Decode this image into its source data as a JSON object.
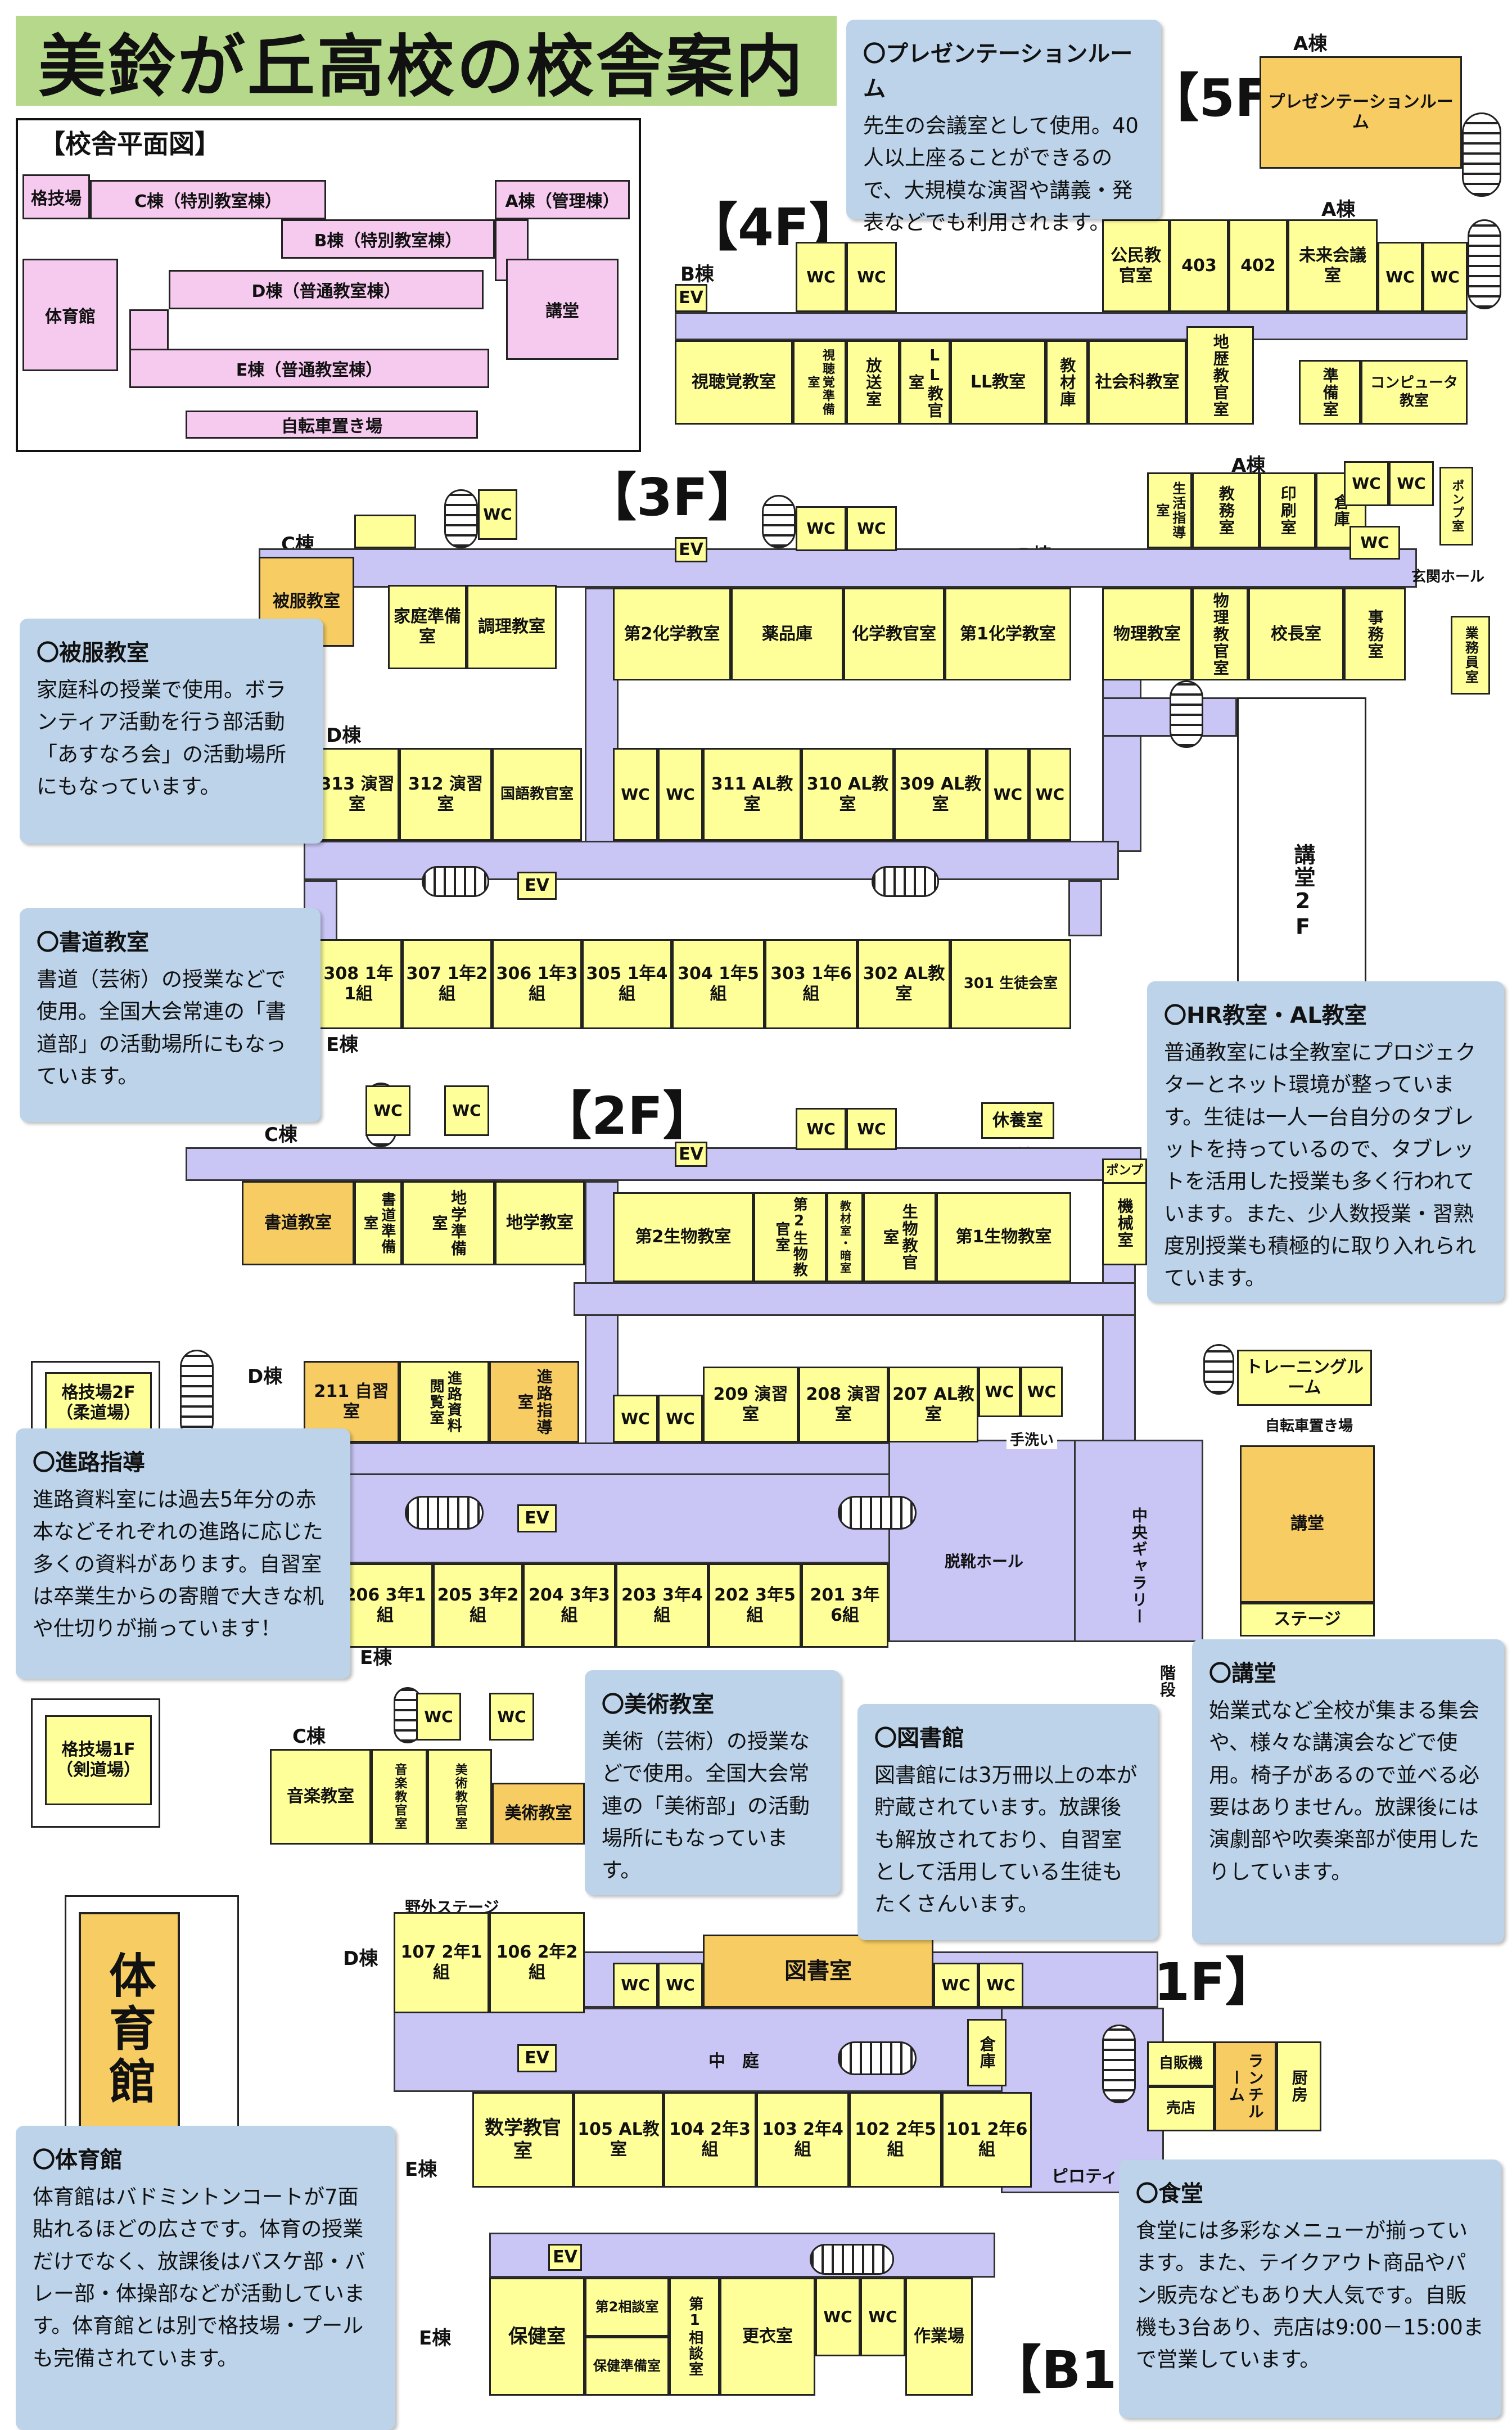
{
  "title": "美鈴が丘高校の校舎案内",
  "plan": {
    "heading": "【校舎平面図】",
    "kaku": "格技場",
    "c": "C棟（特別教室棟）",
    "b": "B棟（特別教室棟）",
    "a": "A棟（管理棟）",
    "gym": "体育館",
    "d": "D棟（普通教室棟）",
    "koudou": "講堂",
    "e": "E棟（普通教室棟）",
    "bike": "自転車置き場"
  },
  "floors": {
    "f5": "【5F】",
    "f4": "【4F】",
    "f3": "【3F】",
    "f2": "【2F】",
    "f1": "【1F】",
    "b1": "【B1F】"
  },
  "wings": {
    "a": "A棟",
    "b": "B棟",
    "c": "C棟",
    "d": "D棟",
    "e": "E棟"
  },
  "common": {
    "wc": "WC",
    "ev": "EV"
  },
  "f5": {
    "room": "プレゼンテーションルーム"
  },
  "f4": {
    "row1": [
      "公民教官室",
      "403",
      "402",
      "未来会議室"
    ],
    "row2": [
      "視聴覚教室",
      "視聴覚準備室",
      "放送室",
      "LL教官室",
      "LL教室",
      "教材庫",
      "社会科教室",
      "地歴教官室",
      "準備室",
      "コンピュータ教室"
    ]
  },
  "f3": {
    "c": [
      "被服教室",
      "家庭準備室",
      "調理教室"
    ],
    "b": [
      "第2化学教室",
      "薬品庫",
      "化学教官室",
      "第1化学教室",
      "物理教室",
      "物理教官室",
      "校長室",
      "事務室"
    ],
    "a": [
      "生活指導室",
      "教務室",
      "印刷室",
      "倉庫",
      "ポンプ室",
      "玄関ホール",
      "業務員室"
    ],
    "d": [
      "313 演習室",
      "312 演習室",
      "国語教官室",
      "311 AL教室",
      "310 AL教室",
      "309 AL教室"
    ],
    "e": [
      "308 1年1組",
      "307 1年2組",
      "306 1年3組",
      "305 1年4組",
      "304 1年5組",
      "303 1年6組",
      "302 AL教室",
      "301 生徒会室"
    ],
    "koudou2f": "講堂2F"
  },
  "f2": {
    "c": [
      "書道教室",
      "書道準備室",
      "地学準備室",
      "地学教室"
    ],
    "b": [
      "第2生物教室",
      "第2生物教官室",
      "教材室・暗室",
      "生物教官室",
      "第1生物教室",
      "機械室",
      "ポンプ",
      "休養室"
    ],
    "d": [
      "211 自習室",
      "進路資料閲覧室",
      "進路指導室",
      "209 演習室",
      "208 演習室",
      "207 AL教室"
    ],
    "e": [
      "206 3年1組",
      "205 3年2組",
      "204 3年3組",
      "203 3年4組",
      "202 3年5組",
      "201 3年6組"
    ],
    "kaku2": "格技場2F（柔道場）",
    "tearai": "手洗い",
    "datsukutsu": "脱靴ホール",
    "gallery": "中央ギャラリー",
    "training": "トレーニングルーム",
    "bike": "自転車置き場",
    "koudou": "講堂",
    "stage": "ステージ"
  },
  "f1": {
    "c": [
      "音楽教室",
      "音楽教官室",
      "美術教官室",
      "美術教室"
    ],
    "d": [
      "107 2年1組",
      "106 2年2組"
    ],
    "outdoor_stage": "野外ステージ",
    "library": "図書室",
    "nakaniwa": "中　庭",
    "souko": "倉庫",
    "e": [
      "数学教官室",
      "105 AL教室",
      "104 2年3組",
      "103 2年4組",
      "102 2年5組",
      "101 2年6組"
    ],
    "piloti": "ピロティ",
    "shokudo": [
      "自販機",
      "売店",
      "ランチルーム",
      "厨房"
    ],
    "kaidan": "階段",
    "kaku1": "格技場1F（剣道場）",
    "gym": "体育館"
  },
  "b1": {
    "rooms": [
      "保健室",
      "第2相談室",
      "保健準備室",
      "第1相談室",
      "更衣室",
      "作業場"
    ]
  },
  "notes": [
    {
      "id": "presentation",
      "title": "〇プレゼンテーションルーム",
      "body": "先生の会議室として使用。40人以上座ることができるので、大規模な演習や講義・発表などでも利用されます。"
    },
    {
      "id": "hifuku",
      "title": "〇被服教室",
      "body": "家庭科の授業で使用。ボランティア活動を行う部活動「あすなろ会」の活動場所にもなっています。"
    },
    {
      "id": "shodo",
      "title": "〇書道教室",
      "body": "書道（芸術）の授業などで使用。全国大会常連の「書道部」の活動場所にもなっています。"
    },
    {
      "id": "hr",
      "title": "〇HR教室・AL教室",
      "body": "普通教室には全教室にプロジェクターとネット環境が整っています。生徒は一人一台自分のタブレットを持っているので、タブレットを活用した授業も多く行われています。また、少人数授業・習熟度別授業も積極的に取り入れられています。"
    },
    {
      "id": "shinro",
      "title": "〇進路指導",
      "body": "進路資料室には過去5年分の赤本などそれぞれの進路に応じた多くの資料があります。自習室は卒業生からの寄贈で大きな机や仕切りが揃っています！"
    },
    {
      "id": "bijutsu",
      "title": "〇美術教室",
      "body": "美術（芸術）の授業などで使用。全国大会常連の「美術部」の活動場所にもなっています。"
    },
    {
      "id": "tosho",
      "title": "〇図書館",
      "body": "図書館には3万冊以上の本が貯蔵されています。放課後も解放されており、自習室として活用している生徒もたくさんいます。"
    },
    {
      "id": "koudou",
      "title": "〇講堂",
      "body": "始業式など全校が集まる集会や、様々な講演会などで使用。椅子があるので並べる必要はありません。放課後には演劇部や吹奏楽部が使用したりしています。"
    },
    {
      "id": "gym",
      "title": "〇体育館",
      "body": "体育館はバドミントンコートが7面貼れるほどの広さです。体育の授業だけでなく、放課後はバスケ部・バレー部・体操部などが活動しています。体育館とは別で格技場・プールも完備されています。"
    },
    {
      "id": "shokudo",
      "title": "〇食堂",
      "body": "食堂には多彩なメニューが揃っています。また、テイクアウト商品やパン販売などもあり大人気です。自販機も3台あり、売店は9:00－15:00まで営業しています。"
    }
  ]
}
